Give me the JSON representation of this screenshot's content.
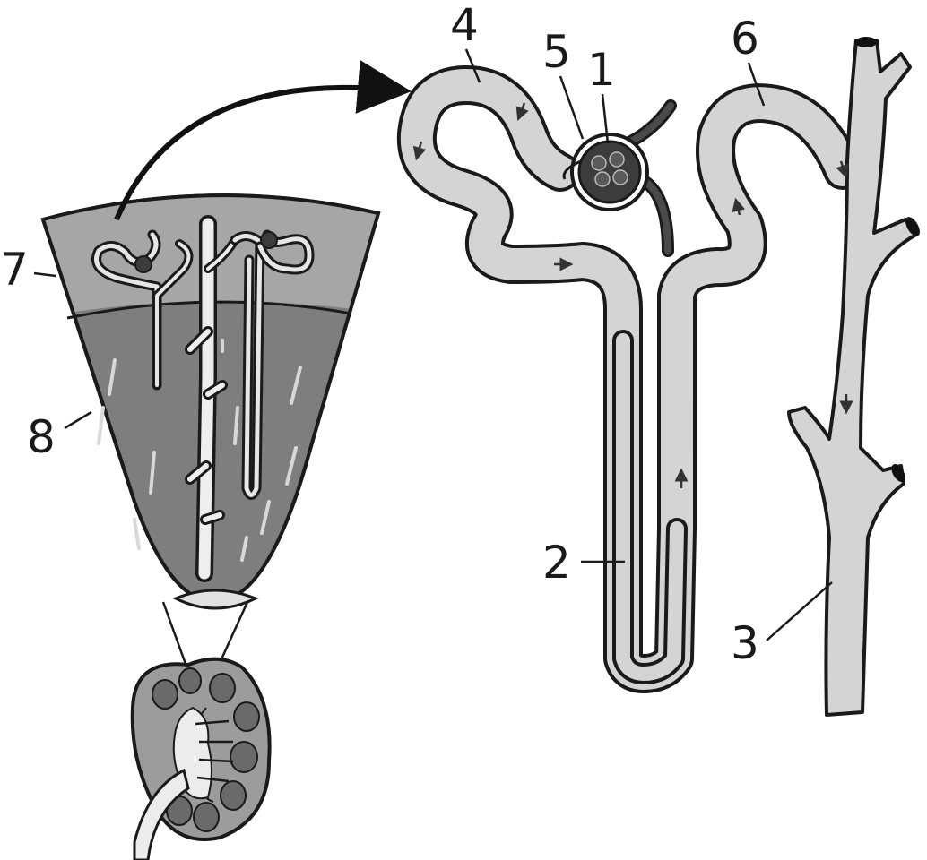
{
  "labels": {
    "l1": "1",
    "l2": "2",
    "l3": "3",
    "l4": "4",
    "l5": "5",
    "l6": "6",
    "l7": "7",
    "l8": "8"
  },
  "colors": {
    "outline": "#1a1a1a",
    "tube_fill": "#d4d4d4",
    "cortex": "#a6a6a6",
    "medulla": "#7e7e7e",
    "glomerulus": "#3c3c3c",
    "background": "#ffffff"
  }
}
